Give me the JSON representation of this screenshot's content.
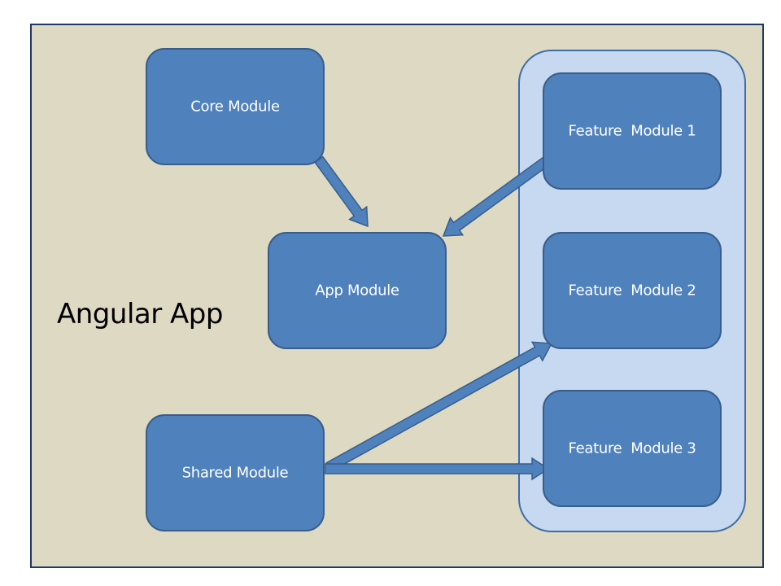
{
  "title": "Angular App",
  "colors": {
    "background_panel": "#ddd9c3",
    "panel_border": "#1f3864",
    "group_fill": "#c6d9f1",
    "group_border": "#3e6ca6",
    "node_fill": "#4f81bd",
    "node_border": "#385d8a",
    "arrow_fill": "#4f81bd",
    "arrow_border": "#385d8a"
  },
  "nodes": {
    "core": {
      "label": "Core Module"
    },
    "app": {
      "label": "App Module"
    },
    "shared": {
      "label": "Shared Module"
    },
    "feature1": {
      "label": "Feature  Module 1"
    },
    "feature2": {
      "label": "Feature  Module 2"
    },
    "feature3": {
      "label": "Feature  Module 3"
    }
  },
  "edges": [
    {
      "from": "core",
      "to": "app"
    },
    {
      "from": "feature1",
      "to": "app"
    },
    {
      "from": "shared",
      "to": "feature2"
    },
    {
      "from": "shared",
      "to": "feature3"
    }
  ]
}
